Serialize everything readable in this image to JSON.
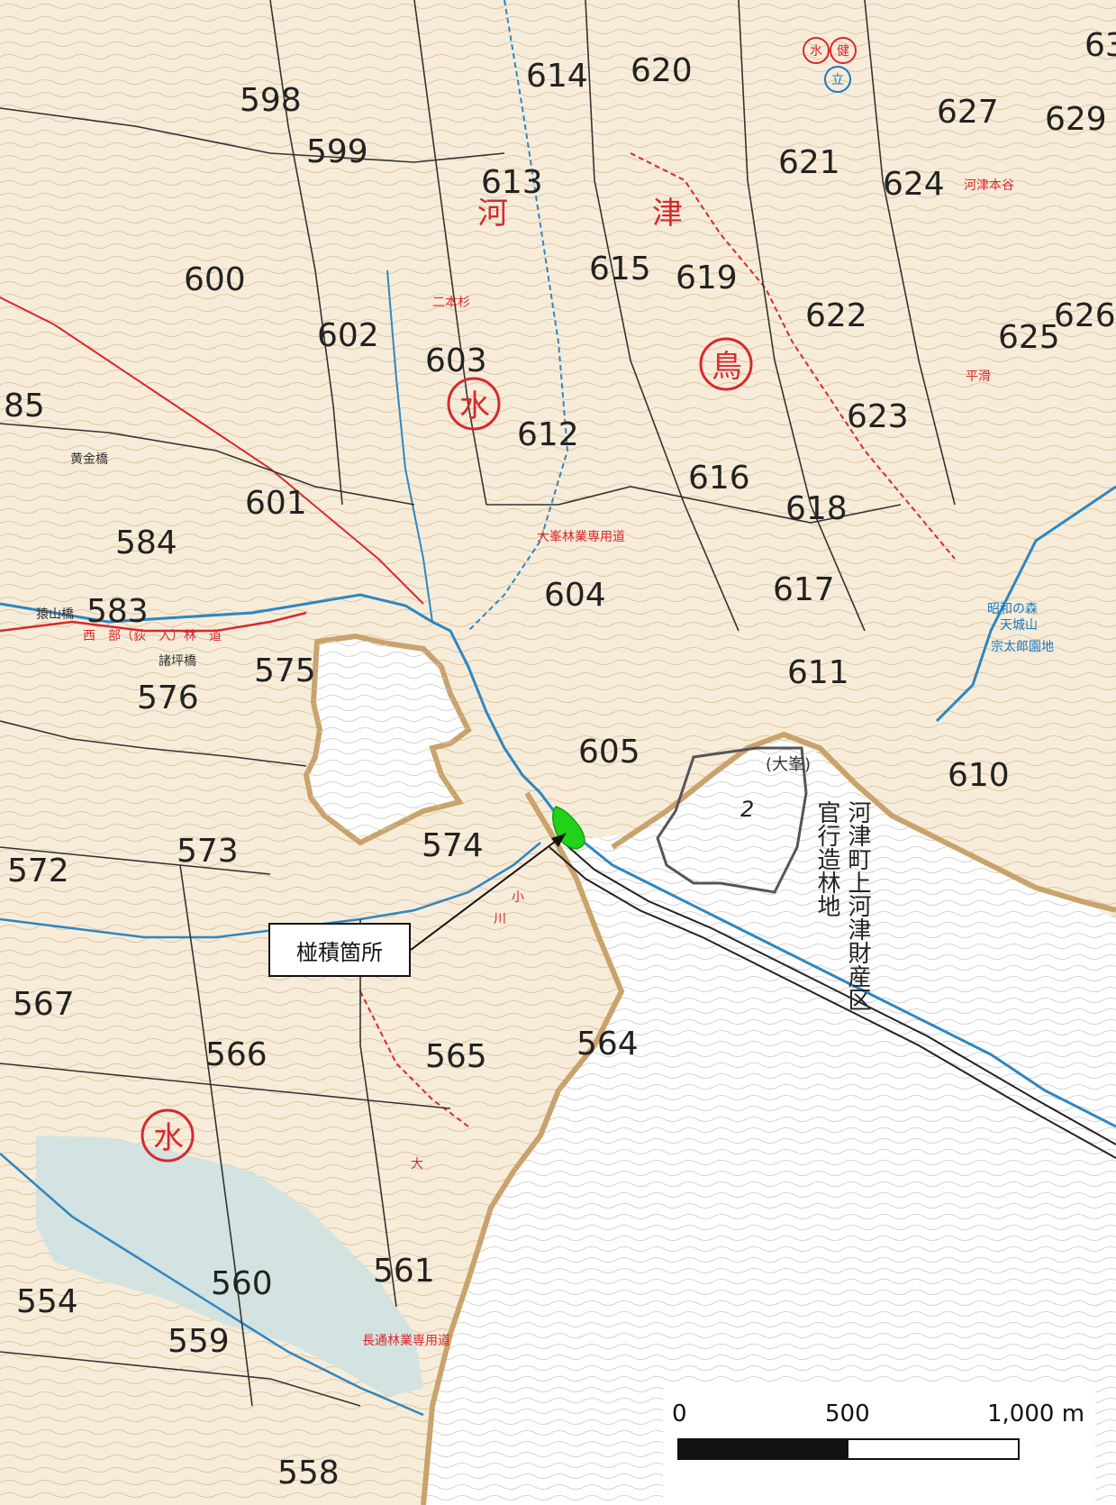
{
  "map": {
    "compartments": [
      {
        "id": "c598",
        "label": "598"
      },
      {
        "id": "c599",
        "label": "599"
      },
      {
        "id": "c600",
        "label": "600"
      },
      {
        "id": "c601",
        "label": "601"
      },
      {
        "id": "c602",
        "label": "602"
      },
      {
        "id": "c603",
        "label": "603"
      },
      {
        "id": "c604",
        "label": "604"
      },
      {
        "id": "c605",
        "label": "605"
      },
      {
        "id": "c610",
        "label": "610"
      },
      {
        "id": "c611",
        "label": "611"
      },
      {
        "id": "c612",
        "label": "612"
      },
      {
        "id": "c613",
        "label": "613"
      },
      {
        "id": "c614",
        "label": "614"
      },
      {
        "id": "c615",
        "label": "615"
      },
      {
        "id": "c616",
        "label": "616"
      },
      {
        "id": "c617",
        "label": "617"
      },
      {
        "id": "c618",
        "label": "618"
      },
      {
        "id": "c619",
        "label": "619"
      },
      {
        "id": "c620",
        "label": "620"
      },
      {
        "id": "c621",
        "label": "621"
      },
      {
        "id": "c622",
        "label": "622"
      },
      {
        "id": "c623",
        "label": "623"
      },
      {
        "id": "c624",
        "label": "624"
      },
      {
        "id": "c625",
        "label": "625"
      },
      {
        "id": "c626",
        "label": "626"
      },
      {
        "id": "c627",
        "label": "627"
      },
      {
        "id": "c629",
        "label": "629"
      },
      {
        "id": "c554",
        "label": "554"
      },
      {
        "id": "c558",
        "label": "558"
      },
      {
        "id": "c559",
        "label": "559"
      },
      {
        "id": "c560",
        "label": "560"
      },
      {
        "id": "c561",
        "label": "561"
      },
      {
        "id": "c564",
        "label": "564"
      },
      {
        "id": "c565",
        "label": "565"
      },
      {
        "id": "c566",
        "label": "566"
      },
      {
        "id": "c567",
        "label": "567"
      },
      {
        "id": "c572",
        "label": "572"
      },
      {
        "id": "c573",
        "label": "573"
      },
      {
        "id": "c574",
        "label": "574"
      },
      {
        "id": "c575",
        "label": "575"
      },
      {
        "id": "c576",
        "label": "576"
      },
      {
        "id": "c583",
        "label": "583"
      },
      {
        "id": "c584",
        "label": "584"
      },
      {
        "id": "c585",
        "label": "85"
      },
      {
        "id": "c63",
        "label": "63"
      },
      {
        "id": "c2",
        "label": "2"
      }
    ],
    "red_labels": {
      "kawa": "河",
      "tsu": "津",
      "tori_circle": "鳥",
      "mizu_circle": "水",
      "mizu_circle2": "水",
      "mizu_small": "水",
      "ken_small": "健",
      "tachi_small": "立"
    },
    "place_labels": {
      "kogane_bashi": "黄金橋",
      "sarayama_bashi": "猿山橋",
      "nishibu_road": "西　部（荻　入）林　道",
      "morotsubo_bashi": "諸坪橋",
      "showa_forest": "昭和の森",
      "amagi_yama": "天城山",
      "sotaro_park": "宗太郎園地",
      "omine": "(大峯)",
      "nihonsugi_road": "二本杉",
      "kawazu_hondani": "河津本谷",
      "hirasube": "平滑",
      "ogawa": "小",
      "ogawa2": "川",
      "ohira": "大",
      "nagano": "長通林業専用道",
      "omine_rindo": "大峯林業専用道"
    },
    "vertical_text_1": "河津町上河津財産区",
    "vertical_text_2": "官行造林地",
    "callout_label": "椪積箇所",
    "scale_bar": {
      "label_0": "0",
      "label_500": "500",
      "label_1000": "1,000 m"
    },
    "colors": {
      "forest_bg": "#f6ecd9",
      "contour": "#c79a5c",
      "boundary_tan": "#c9a36b",
      "river": "#2e86c1",
      "road_red": "#d8282f",
      "highlight_green": "#22d11a",
      "shaded_blue": "#cfe2e1",
      "outside": "#ffffff"
    }
  }
}
